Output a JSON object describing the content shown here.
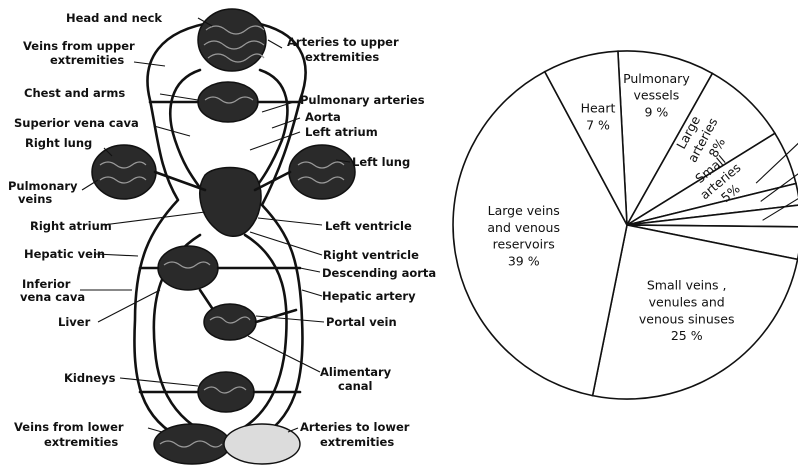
{
  "diagram": {
    "labels": {
      "head_and_neck": "Head and neck",
      "veins_upper_1": "Veins from upper",
      "veins_upper_2": "extremities",
      "arteries_upper_1": "Arteries to upper",
      "arteries_upper_2": "extremities",
      "chest_and_arms": "Chest and arms",
      "pulmonary_arteries": "Pulmonary arteries",
      "superior_vena_cava": "Superior vena cava",
      "aorta": "Aorta",
      "left_atrium": "Left atrium",
      "right_lung": "Right lung",
      "left_lung": "Left lung",
      "pulmonary_veins_1": "Pulmonary",
      "pulmonary_veins_2": "veins",
      "right_atrium": "Right atrium",
      "left_ventricle": "Left ventricle",
      "hepatic_vein": "Hepatic vein",
      "right_ventricle": "Right ventricle",
      "inferior_vena_cava_1": "Inferior",
      "inferior_vena_cava_2": "vena cava",
      "descending_aorta": "Descending aorta",
      "hepatic_artery": "Hepatic artery",
      "liver": "Liver",
      "portal_vein": "Portal vein",
      "kidneys": "Kidneys",
      "alimentary_1": "Alimentary",
      "alimentary_2": "canal",
      "veins_lower_1": "Veins from lower",
      "veins_lower_2": "extremities",
      "arteries_lower_1": "Arteries to lower",
      "arteries_lower_2": "extremities"
    }
  },
  "chart_data": {
    "type": "pie",
    "slices": [
      {
        "label_lines": [
          "Pulmonary",
          "vessels"
        ],
        "value": 9,
        "value_text": "9 %"
      },
      {
        "label_lines": [
          "Large",
          "arteries"
        ],
        "value": 8,
        "value_text": "8%"
      },
      {
        "label_lines": [
          "Small",
          "arteries"
        ],
        "value": 5,
        "value_text": "5%"
      },
      {
        "label_lines": [],
        "value": 2,
        "value_text": ""
      },
      {
        "label_lines": [],
        "value": 2,
        "value_text": ""
      },
      {
        "label_lines": [],
        "value": 3,
        "value_text": ""
      },
      {
        "label_lines": [
          "Small veins ,",
          "venules and",
          "venous sinuses"
        ],
        "value": 25,
        "value_text": "25 %"
      },
      {
        "label_lines": [
          "Large veins",
          "and venous",
          "reservoirs"
        ],
        "value": 39,
        "value_text": "39 %"
      },
      {
        "label_lines": [
          "Heart"
        ],
        "value": 7,
        "value_text": "7 %"
      }
    ]
  }
}
